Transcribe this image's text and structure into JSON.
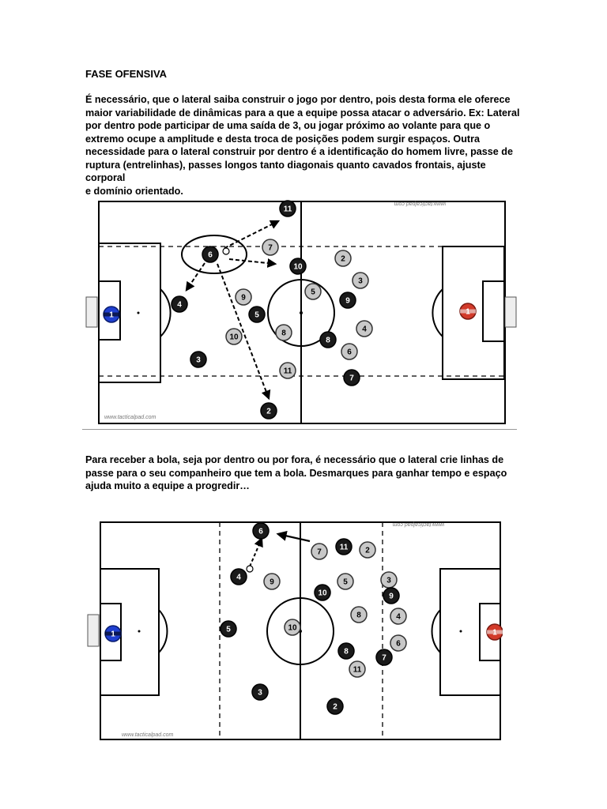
{
  "document": {
    "title": "FASE OFENSIVA",
    "paragraph1": "É necessário, que o lateral saiba construir o jogo por dentro, pois desta forma ele oferece\nmaior variabilidade de dinâmicas para a que a equipe possa atacar o adversário. Ex: Lateral\npor dentro pode participar de uma saída de 3, ou jogar próximo ao volante para que o\nextremo ocupe a amplitude e desta troca de posições podem surgir espaços. Outra\nnecessidade para o lateral construir por dentro é a identificação do homem livre, passe de\nruptura (entrelinhas), passes longos tanto diagonais quanto cavados frontais, ajuste corporal\ne domínio orientado.",
    "paragraph2": "Para receber a bola, seja por dentro ou por fora, é necessário que o lateral crie linhas de\npasse para o seu companheiro que tem a bola. Desmarques para ganhar tempo e espaço\najuda muito a equipe a progredir…"
  },
  "watermark": "www.tacticalpad.com",
  "colors": {
    "team_dark": "#1a1a1a",
    "team_light": "#c8c8c8",
    "goalkeeper_home": "#1f3fd0",
    "goalkeeper_away": "#d23a2a"
  },
  "diagram1": {
    "players": [
      {
        "label": "11",
        "team": "dark"
      },
      {
        "label": "6",
        "team": "dark"
      },
      {
        "label": "4",
        "team": "dark"
      },
      {
        "label": "9",
        "team": "light"
      },
      {
        "label": "5",
        "team": "dark"
      },
      {
        "label": "10",
        "team": "light"
      },
      {
        "label": "3",
        "team": "dark"
      },
      {
        "label": "8",
        "team": "light"
      },
      {
        "label": "11",
        "team": "light"
      },
      {
        "label": "2",
        "team": "dark"
      },
      {
        "label": "7",
        "team": "light"
      },
      {
        "label": "10",
        "team": "dark"
      },
      {
        "label": "2",
        "team": "light"
      },
      {
        "label": "3",
        "team": "light"
      },
      {
        "label": "5",
        "team": "light"
      },
      {
        "label": "9",
        "team": "dark"
      },
      {
        "label": "4",
        "team": "light"
      },
      {
        "label": "8",
        "team": "dark"
      },
      {
        "label": "6",
        "team": "light"
      },
      {
        "label": "7",
        "team": "dark"
      },
      {
        "label": "1",
        "team": "gk_home"
      },
      {
        "label": "1",
        "team": "gk_away"
      }
    ]
  },
  "diagram2": {
    "players": [
      {
        "label": "6",
        "team": "dark"
      },
      {
        "label": "4",
        "team": "dark"
      },
      {
        "label": "9",
        "team": "light"
      },
      {
        "label": "5",
        "team": "dark"
      },
      {
        "label": "3",
        "team": "dark"
      },
      {
        "label": "7",
        "team": "light"
      },
      {
        "label": "11",
        "team": "dark"
      },
      {
        "label": "2",
        "team": "light"
      },
      {
        "label": "10",
        "team": "dark"
      },
      {
        "label": "5",
        "team": "light"
      },
      {
        "label": "3",
        "team": "light"
      },
      {
        "label": "9",
        "team": "dark"
      },
      {
        "label": "10",
        "team": "light"
      },
      {
        "label": "8",
        "team": "light"
      },
      {
        "label": "4",
        "team": "light"
      },
      {
        "label": "6",
        "team": "light"
      },
      {
        "label": "8",
        "team": "dark"
      },
      {
        "label": "7",
        "team": "dark"
      },
      {
        "label": "11",
        "team": "light"
      },
      {
        "label": "2",
        "team": "dark"
      },
      {
        "label": "1",
        "team": "gk_home"
      },
      {
        "label": "1",
        "team": "gk_away"
      }
    ]
  }
}
